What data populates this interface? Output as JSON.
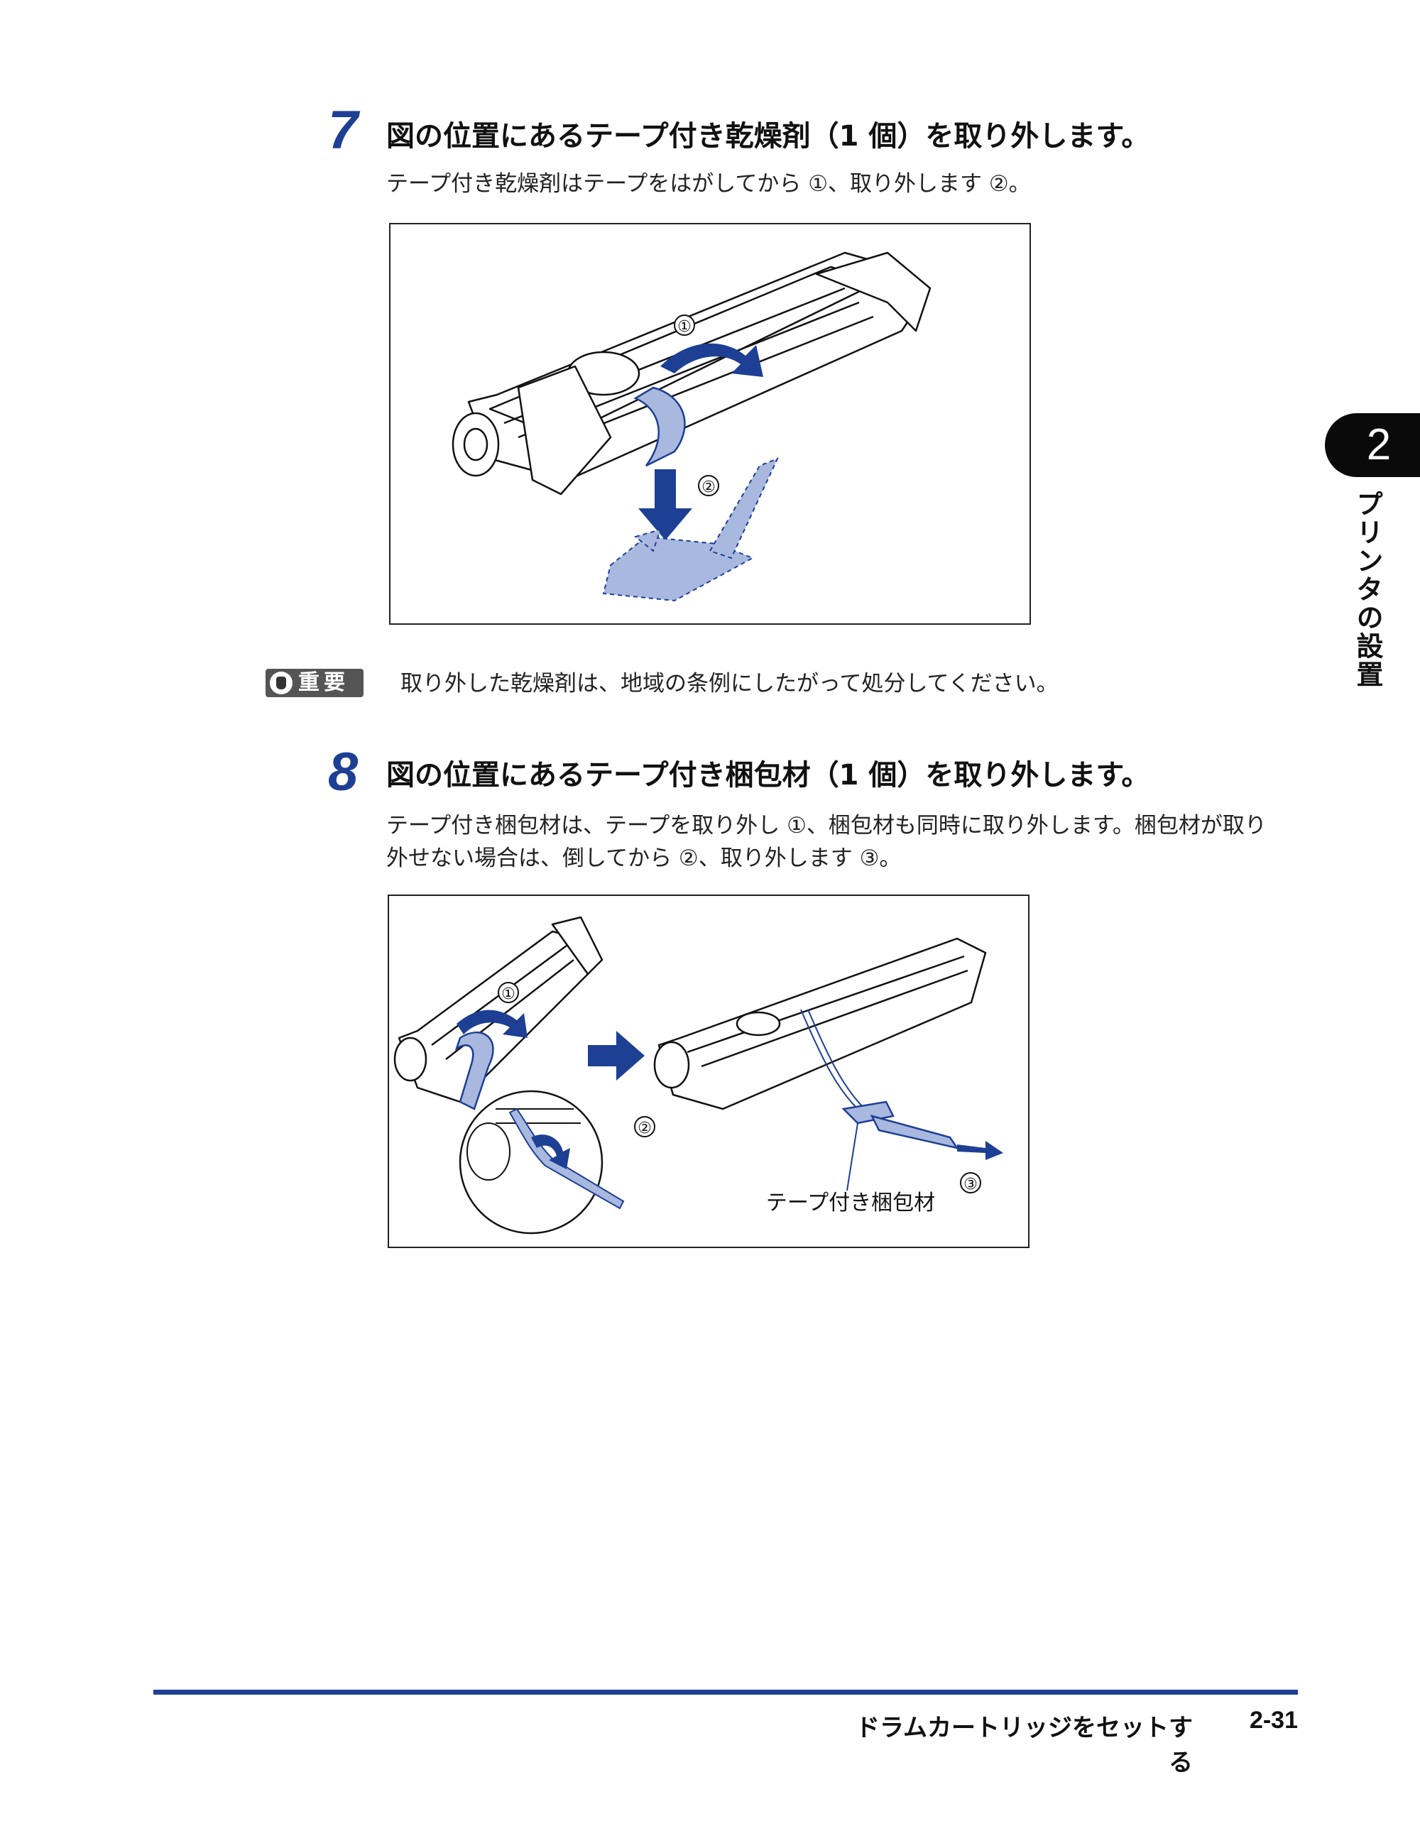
{
  "side_tab": {
    "chapter_number": "2",
    "chapter_title": "プリンタの設置"
  },
  "step7": {
    "number": "7",
    "title": "図の位置にあるテープ付き乾燥剤（1 個）を取り外します。",
    "description": "テープ付き乾燥剤はテープをはがしてから ①、取り外します ②。",
    "figure": {
      "callout_1": "①",
      "callout_2": "②"
    }
  },
  "important": {
    "label": "重要",
    "text": "取り外した乾燥剤は、地域の条例にしたがって処分してください。"
  },
  "step8": {
    "number": "8",
    "title": "図の位置にあるテープ付き梱包材（1 個）を取り外します。",
    "description_line1": "テープ付き梱包材は、テープを取り外し ①、梱包材も同時に取り外します。梱包材が取り",
    "description_line2": "外せない場合は、倒してから ②、取り外します ③。",
    "figure": {
      "callout_1": "①",
      "callout_2": "②",
      "callout_3": "③",
      "part_label": "テープ付き梱包材"
    }
  },
  "footer": {
    "section_title": "ドラムカートリッジをセットする",
    "page_number": "2-31"
  },
  "colors": {
    "accent_blue": "#1d3f94",
    "light_blue": "#a9b8df",
    "tab_black": "#0a0a0a"
  }
}
